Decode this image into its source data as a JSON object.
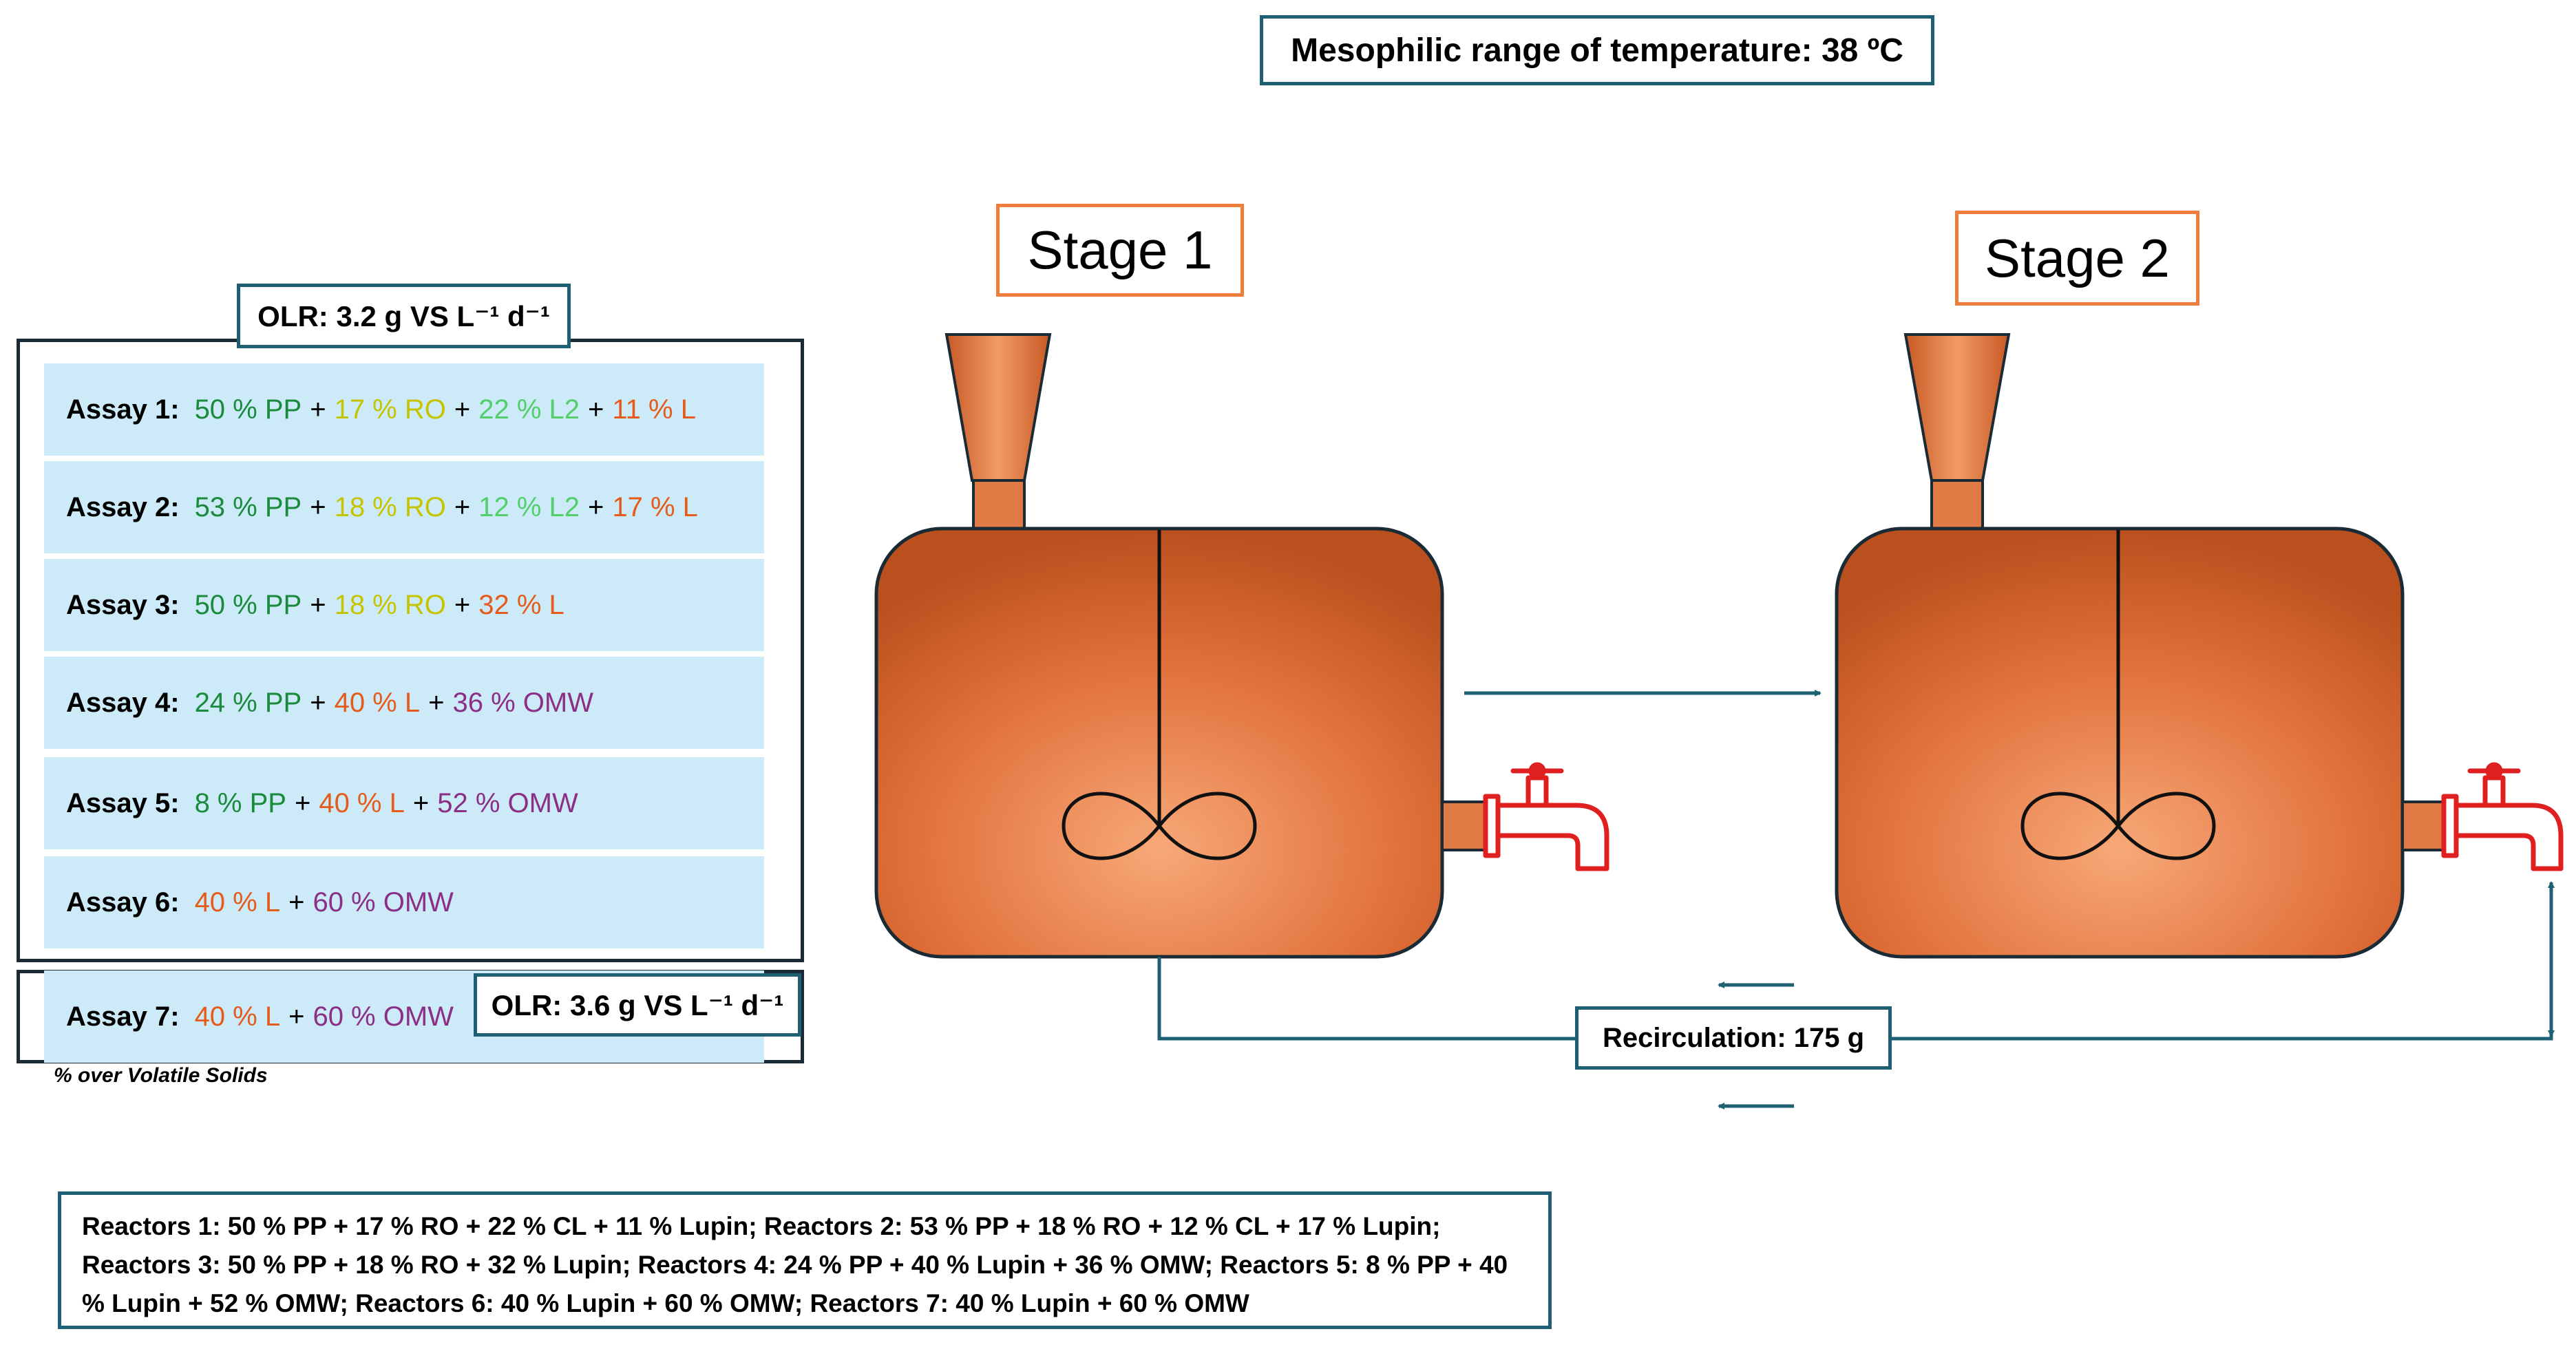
{
  "temperature_label": "Mesophilic range of temperature: 38 ºC",
  "stages": [
    "Stage 1",
    "Stage 2"
  ],
  "olr_top": "OLR: 3.2 g VS L⁻¹ d⁻¹",
  "olr_bottom": "OLR: 3.6 g VS L⁻¹ d⁻¹",
  "assays": [
    {
      "label": "Assay 1:",
      "parts": [
        [
          "50 % PP",
          "pp"
        ],
        [
          "+",
          "plus"
        ],
        [
          "17 % RO",
          "ro"
        ],
        [
          "+",
          "plus"
        ],
        [
          "22 % L2",
          "l2"
        ],
        [
          "+",
          "plus"
        ],
        [
          "11 % L",
          "lu"
        ]
      ]
    },
    {
      "label": "Assay 2:",
      "parts": [
        [
          "53 % PP",
          "pp"
        ],
        [
          "+",
          "plus"
        ],
        [
          "18 % RO",
          "ro"
        ],
        [
          "+",
          "plus"
        ],
        [
          "12 % L2",
          "l2"
        ],
        [
          "+",
          "plus"
        ],
        [
          "17 % L",
          "lu"
        ]
      ]
    },
    {
      "label": "Assay 3:",
      "parts": [
        [
          "50 % PP",
          "pp"
        ],
        [
          "+",
          "plus"
        ],
        [
          "18 % RO",
          "ro"
        ],
        [
          "+",
          "plus"
        ],
        [
          "32 % L",
          "lu"
        ]
      ]
    },
    {
      "label": "Assay 4:",
      "parts": [
        [
          "24 % PP",
          "pp"
        ],
        [
          "+",
          "plus"
        ],
        [
          "40 % L",
          "lu"
        ],
        [
          "+",
          "plus"
        ],
        [
          "36 % OMW",
          "omw"
        ]
      ]
    },
    {
      "label": "Assay 5:",
      "parts": [
        [
          "8 % PP",
          "pp"
        ],
        [
          "+",
          "plus"
        ],
        [
          "40 % L",
          "lu"
        ],
        [
          "+",
          "plus"
        ],
        [
          "52 % OMW",
          "omw"
        ]
      ]
    },
    {
      "label": "Assay 6:",
      "parts": [
        [
          "40 % L",
          "lu"
        ],
        [
          "+",
          "plus"
        ],
        [
          "60 % OMW",
          "omw"
        ]
      ]
    },
    {
      "label": "Assay 7:",
      "parts": [
        [
          "40 % L",
          "lu"
        ],
        [
          "+",
          "plus"
        ],
        [
          "60 % OMW",
          "omw"
        ]
      ]
    }
  ],
  "vs_note": "% over Volatile Solids",
  "recirculation": "Recirculation: 175 g",
  "reactors_text": "Reactors 1: 50 % PP + 17 % RO + 22 % CL + 11 % Lupin; Reactors 2: 53 % PP + 18 % RO + 12 % CL + 17 % Lupin; Reactors 3: 50 % PP + 18 % RO + 32 % Lupin; Reactors 4: 24 % PP + 40 % Lupin + 36 % OMW; Reactors 5: 8 % PP + 40 % Lupin + 52 % OMW; Reactors 6: 40 % Lupin + 60 % OMW; Reactors 7: 40 % Lupin + 60 % OMW",
  "colors": {
    "teal": "#1f5f73",
    "orange_border": "#ef7d3c",
    "tank": "#d0642c",
    "tap": "#e02020",
    "assay_bg": "#cdeaf8"
  }
}
